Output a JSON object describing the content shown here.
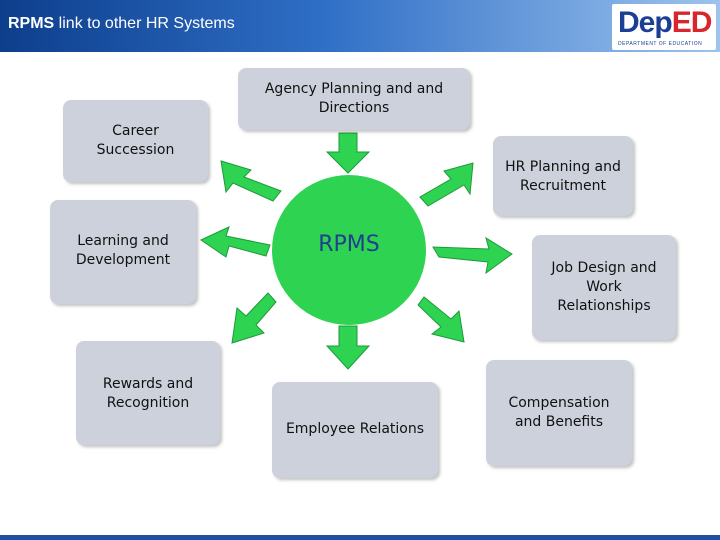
{
  "header": {
    "title_bold": "RPMS",
    "title_rest": " link to other HR Systems",
    "logo_part1": "Dep",
    "logo_part2": "ED",
    "logo_tagline": "DEPARTMENT OF EDUCATION"
  },
  "center": {
    "label": "RPMS"
  },
  "nodes": {
    "agency_planning": "Agency Planning and and Directions",
    "career_succession": "Career Succession",
    "hr_planning": "HR Planning and Recruitment",
    "learning_development": "Learning and Development",
    "job_design": "Job Design and Work Relationships",
    "rewards_recognition": "Rewards and Recognition",
    "employee_relations": "Employee Relations",
    "compensation_benefits": "Compensation and Benefits"
  },
  "colors": {
    "header_start": "#0d3e8c",
    "header_end": "#9dc3ee",
    "node_fill": "#ccd1dc",
    "center_fill": "#2ed352",
    "arrow_fill": "#2ed352",
    "center_text": "#1f3f8f"
  }
}
